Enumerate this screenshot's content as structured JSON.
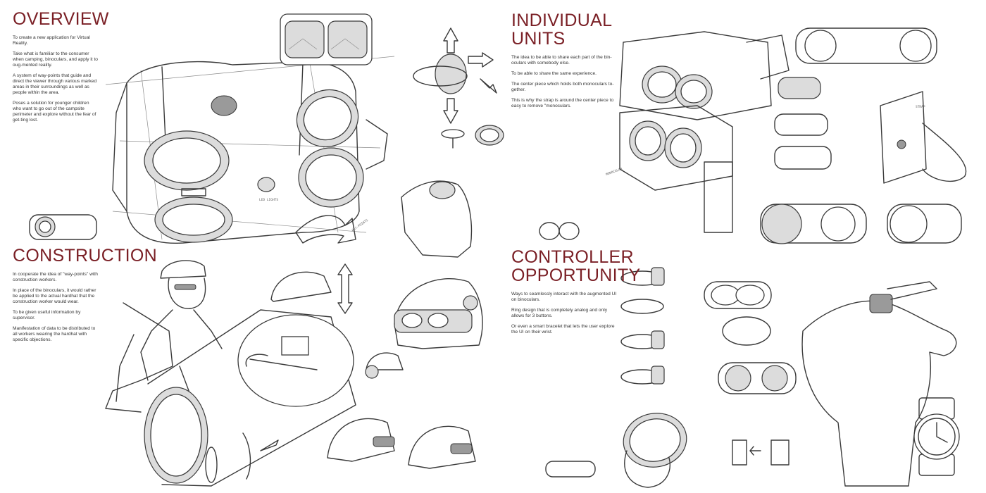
{
  "sections": {
    "overview": {
      "title_lines": [
        "OVERVIEW"
      ],
      "paragraphs": [
        "To create a new application for Virtual Reality.",
        "Take what is familiar to the consumer when camping, binoculars, and apply it to oug-mented reality.",
        "A system of way-points that guide and direct the viewer through various marked areas in their surroundings as well as people within the area.",
        "Poses a solution for younger children who want to go out of the campsite perimeter and explore without the fear of get-ting lost."
      ]
    },
    "construction": {
      "title_lines": [
        "CONSTRUCTION"
      ],
      "paragraphs": [
        "In cooperate the idea of \"way-points\" with construction workers.",
        "In place of the binoculars, it would rather be applied to the actual hardhat that the construction worker would wear.",
        "To be given useful information by supervisor.",
        "Manifestation of data to be distributed to all workers wearing the hardhat with specific objections."
      ]
    },
    "individual_units": {
      "title_lines": [
        "INDIVIDUAL",
        "UNITS"
      ],
      "paragraphs": [
        "The idea to be able to share each part of the bin-oculars with somebody else.",
        "To be able to share the same experience.",
        "The center piece which holds both monoculars to-gether.",
        "This is why the strap is around the center piece to easy to remove \"monoculars."
      ]
    },
    "controller": {
      "title_lines": [
        "CONTROLLER",
        "OPPORTUNITY"
      ],
      "paragraphs": [
        "Ways to seamlessly interact with the augmented UI on binoculars.",
        "Ring design that is completely analog and only allows for 3 buttons.",
        "Or even a smart bracelet that lets the user explore the UI on their wrist."
      ]
    }
  },
  "annotations": {
    "led_lights": "LED LIGHTS",
    "way_points": "WAY-POINTS",
    "monocular": "MONOCULAR",
    "strap": "STRAP"
  },
  "colors": {
    "heading": "#7a1f25",
    "body_text": "#333333",
    "sketch_line": "#3a3a3a",
    "background": "#ffffff"
  }
}
